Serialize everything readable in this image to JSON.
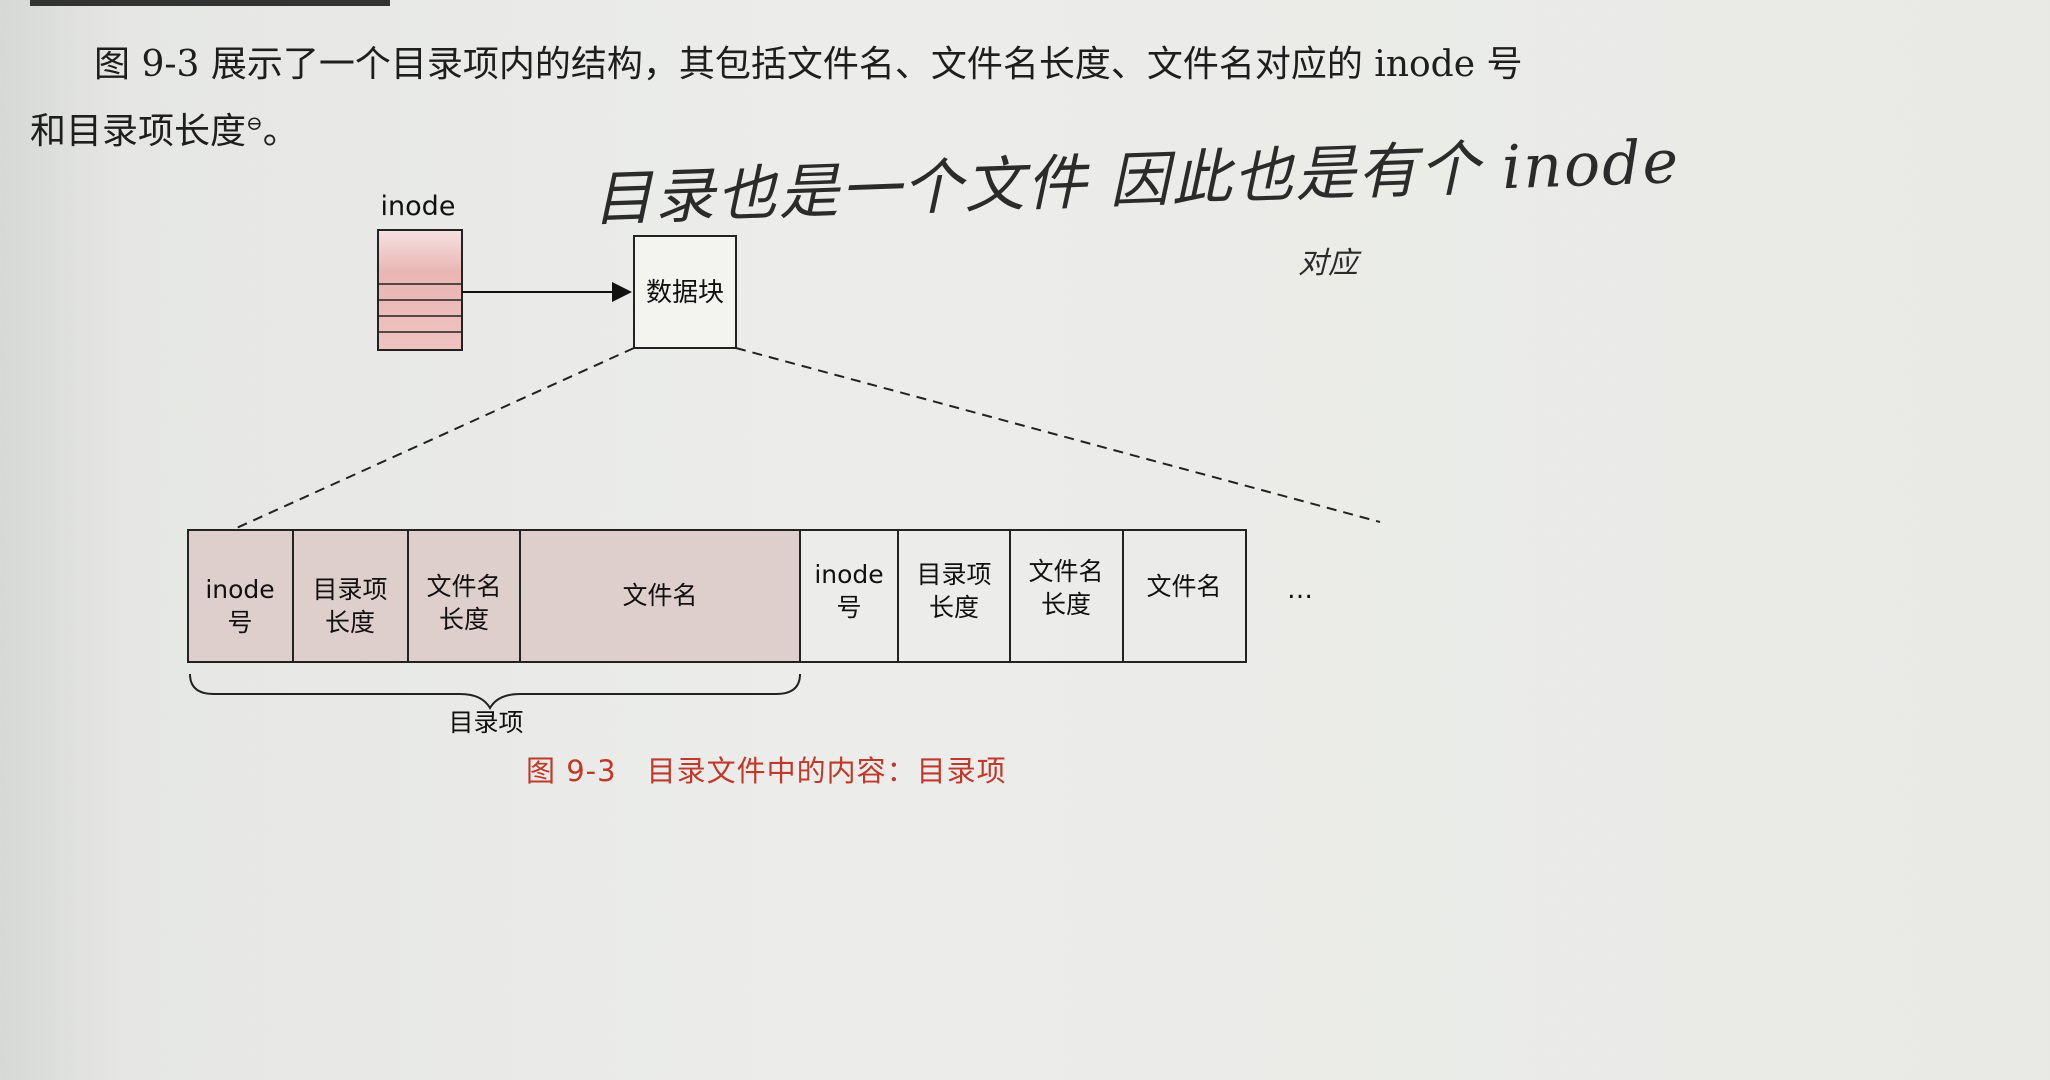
{
  "paragraph": {
    "text": "图 9-3 展示了一个目录项内的结构，其包括文件名、文件名长度、文件名对应的 inode 号和目录项长度",
    "footnote_mark": "⊖",
    "end": "。"
  },
  "handwritten": {
    "note_line1": "目录也是一个文件 因此也是有个 inode",
    "note_line2": "对应"
  },
  "figure": {
    "inode_label": "inode",
    "data_block_label": "数据块",
    "entry_cells_line1": [
      "inode",
      "目录项",
      "文件名",
      "文件名",
      "inode",
      "目录项",
      "文件名",
      "文件名"
    ],
    "entry_cells_line2": [
      "号",
      "长度",
      "长度",
      "",
      "号",
      "长度",
      "长度",
      ""
    ],
    "ellipsis": "…",
    "brace_label": "目录项",
    "caption": "图 9-3　目录文件中的内容：目录项"
  },
  "colors": {
    "entry_fill": "#dfcfcc",
    "inode_fill": "#e9b6b4",
    "caption": "#c0392b"
  }
}
